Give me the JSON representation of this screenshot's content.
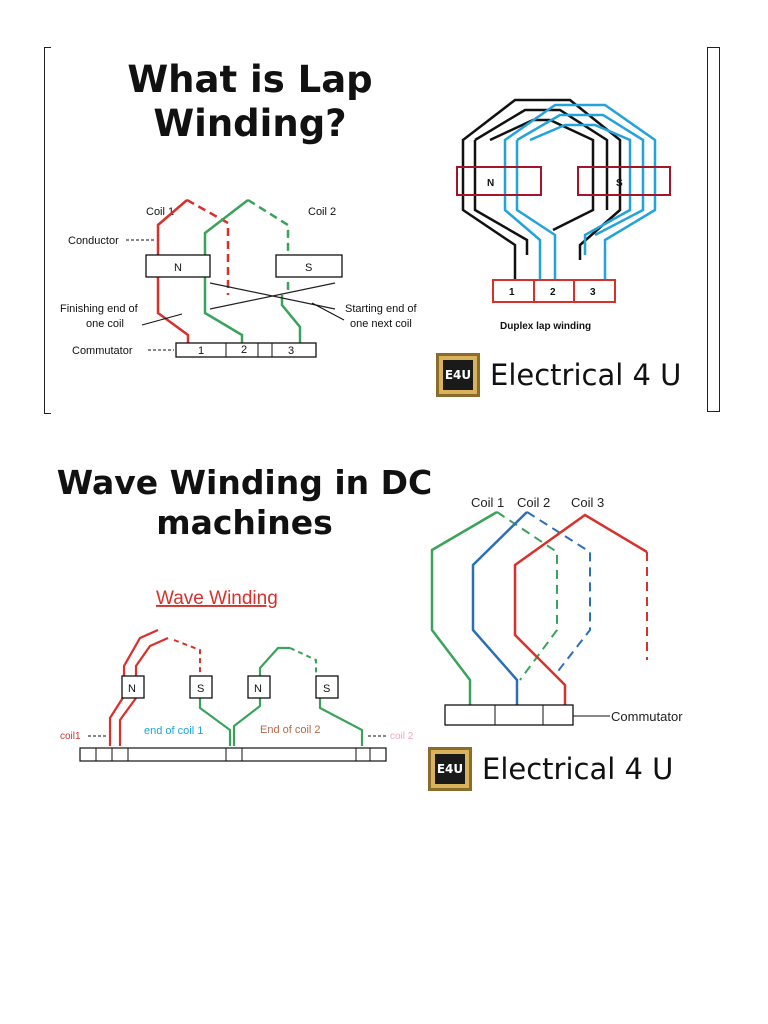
{
  "lap": {
    "title_line1": "What is Lap",
    "title_line2": "Winding?",
    "coil1": "Coil 1",
    "coil2": "Coil 2",
    "conductor": "Conductor",
    "pole_n": "N",
    "pole_s": "S",
    "finishing_line1": "Finishing end of",
    "finishing_line2": "one coil",
    "starting_line1": "Starting end of",
    "starting_line2": "one next coil",
    "commutator": "Commutator",
    "seg1": "1",
    "seg2": "2",
    "seg3": "3",
    "duplex_n": "N",
    "duplex_s": "S",
    "duplex_seg1": "1",
    "duplex_seg2": "2",
    "duplex_seg3": "3",
    "duplex_caption": "Duplex lap winding"
  },
  "wave": {
    "title_line1": "Wave Winding in DC",
    "title_line2": "machines",
    "subtitle": "Wave Winding",
    "pole1": "N",
    "pole2": "S",
    "pole3": "N",
    "pole4": "S",
    "coil1_label": "coil1",
    "end_coil1": "end of coil 1",
    "end_coil2": "End of coil 2",
    "coil2_label": "coil 2",
    "right_coil1": "Coil 1",
    "right_coil2": "Coil 2",
    "right_coil3": "Coil 3",
    "commutator": "Commutator"
  },
  "brand": {
    "logo_text": "E4U",
    "name": "Electrical 4 U"
  },
  "colors": {
    "red": "#d9302c",
    "green": "#3aa35a",
    "blue": "#2a6fb8",
    "lightblue": "#22a3dc",
    "darkred": "#a3162a"
  }
}
